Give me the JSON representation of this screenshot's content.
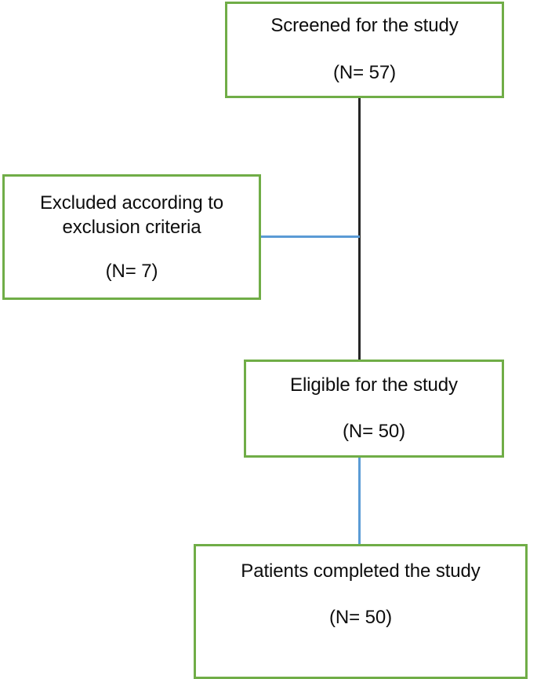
{
  "diagram": {
    "type": "flowchart",
    "orientation": "vertical",
    "colors": {
      "node_border": "#70AD47",
      "node_fill": "#FFFFFF",
      "text": "#0D0D0D",
      "connector_primary": "#262626",
      "connector_secondary": "#5B9BD5"
    },
    "nodes": [
      {
        "id": "screened",
        "title": "Screened for the study",
        "count": "(N= 57)"
      },
      {
        "id": "excluded",
        "title": "Excluded according to\nexclusion criteria",
        "count": "(N= 7)"
      },
      {
        "id": "eligible",
        "title": "Eligible for the study",
        "count": "(N= 50)"
      },
      {
        "id": "completed",
        "title": "Patients completed the study",
        "count": "(N= 50)"
      }
    ],
    "connectors": [
      {
        "id": "screened-to-eligible",
        "from": "screened",
        "to": "eligible",
        "color": "#262626",
        "direction": "vertical"
      },
      {
        "id": "excluded-branch",
        "from": "excluded",
        "to": "screened-to-eligible",
        "color": "#5B9BD5",
        "direction": "horizontal"
      },
      {
        "id": "eligible-to-completed",
        "from": "eligible",
        "to": "completed",
        "color": "#5B9BD5",
        "direction": "vertical"
      }
    ]
  }
}
